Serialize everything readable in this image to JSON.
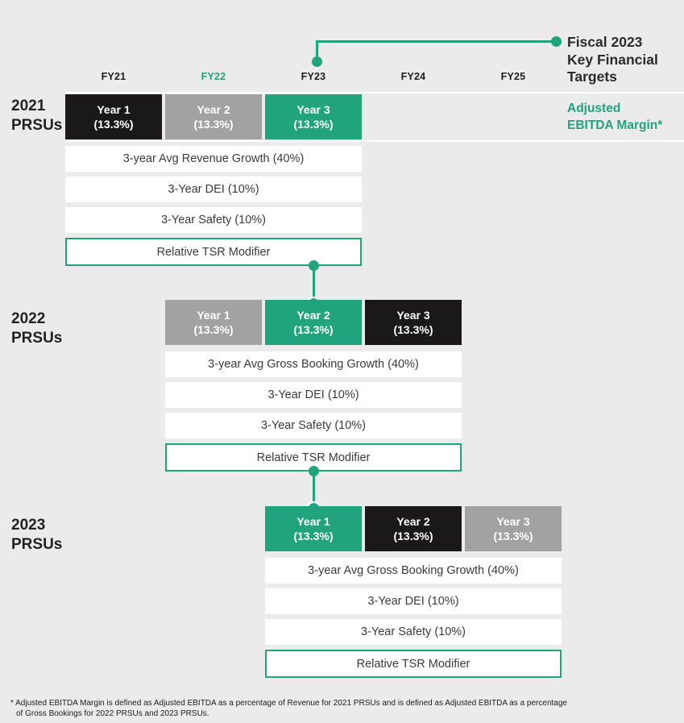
{
  "colors": {
    "background": "#EBEBEB",
    "accent_teal": "#21A37E",
    "box_black": "#1B1819",
    "box_gray": "#A3A2A3",
    "row_white": "#FFFFFF"
  },
  "callout": {
    "line1": "Fiscal 2023",
    "line2": "Key Financial",
    "line3": "Targets"
  },
  "adjusted": {
    "line1": "Adjusted",
    "line2": "EBITDA Margin*"
  },
  "columns": [
    {
      "label": "FY21",
      "highlight": "false"
    },
    {
      "label": "FY22",
      "highlight": "true"
    },
    {
      "label": "FY23",
      "highlight": "false"
    },
    {
      "label": "FY24",
      "highlight": "false"
    },
    {
      "label": "FY25",
      "highlight": "false"
    }
  ],
  "groups": [
    {
      "year": "2021",
      "suffix": "PRSUs",
      "years": [
        {
          "name": "Year 1",
          "pct": "(13.3%)",
          "tone": "black"
        },
        {
          "name": "Year 2",
          "pct": "(13.3%)",
          "tone": "gray"
        },
        {
          "name": "Year 3",
          "pct": "(13.3%)",
          "tone": "teal"
        }
      ],
      "metrics": [
        "3-year Avg Revenue Growth (40%)",
        "3-Year DEI (10%)",
        "3-Year Safety (10%)"
      ],
      "modifier": "Relative TSR Modifier"
    },
    {
      "year": "2022",
      "suffix": "PRSUs",
      "years": [
        {
          "name": "Year 1",
          "pct": "(13.3%)",
          "tone": "gray"
        },
        {
          "name": "Year 2",
          "pct": "(13.3%)",
          "tone": "teal"
        },
        {
          "name": "Year 3",
          "pct": "(13.3%)",
          "tone": "black"
        }
      ],
      "metrics": [
        "3-year Avg Gross Booking Growth (40%)",
        "3-Year DEI (10%)",
        "3-Year Safety (10%)"
      ],
      "modifier": "Relative TSR Modifier"
    },
    {
      "year": "2023",
      "suffix": "PRSUs",
      "years": [
        {
          "name": "Year 1",
          "pct": "(13.3%)",
          "tone": "teal"
        },
        {
          "name": "Year 2",
          "pct": "(13.3%)",
          "tone": "black"
        },
        {
          "name": "Year 3",
          "pct": "(13.3%)",
          "tone": "gray"
        }
      ],
      "metrics": [
        "3-year Avg Gross Booking Growth (40%)",
        "3-Year DEI (10%)",
        "3-Year Safety (10%)"
      ],
      "modifier": "Relative TSR Modifier"
    }
  ],
  "footnote": {
    "line1": "* Adjusted EBITDA Margin is defined as Adjusted EBITDA as a percentage of Revenue for 2021 PRSUs and is defined as Adjusted EBITDA as a percentage",
    "line2": "of Gross Bookings for 2022 PRSUs and 2023 PRSUs."
  }
}
